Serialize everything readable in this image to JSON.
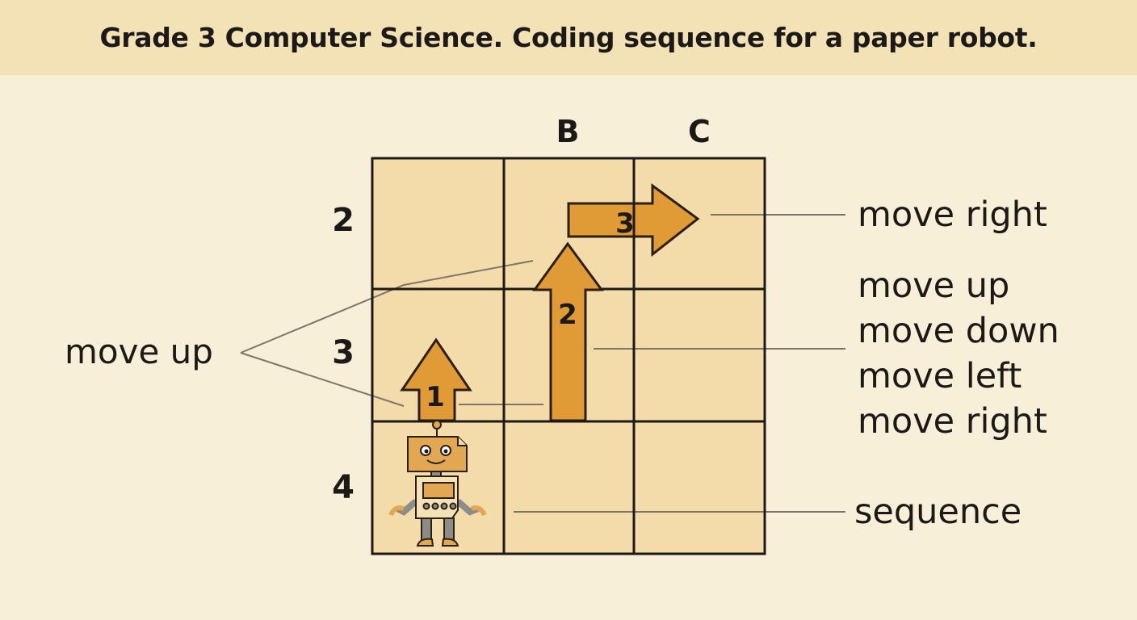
{
  "title": "Grade 3 Computer Science. Coding sequence for a paper robot.",
  "columns": [
    "B",
    "C"
  ],
  "rows": [
    "2",
    "3",
    "4"
  ],
  "steps": [
    "1",
    "2",
    "3"
  ],
  "left_callout": "move up",
  "right_labels": {
    "top": "move right",
    "commands": [
      "move up",
      "move down",
      "move left",
      "move right"
    ],
    "bottom": "sequence"
  },
  "colors": {
    "background": "#f8efd9",
    "header": "#f4e2b7",
    "cell": "#f3dca9",
    "arrow": "#e09a36",
    "robot": "#e2a752",
    "robot_body": "#8c8c89",
    "grid_line": "#1c1a17",
    "leader_line": "#7d7668"
  }
}
